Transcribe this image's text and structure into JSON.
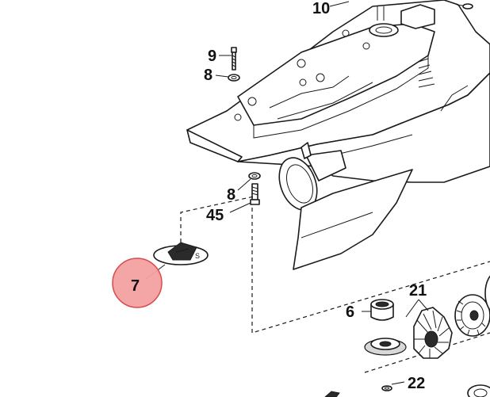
{
  "callouts": {
    "c10": "10",
    "c9": "9",
    "c8_top": "8",
    "c8_mid": "8",
    "c45": "45",
    "c7": "7",
    "c6": "6",
    "c21": "21",
    "c22": "22"
  },
  "highlight": {
    "label": "7",
    "fill_color": "#f3a0a0",
    "stroke_color": "#d94c4c"
  }
}
